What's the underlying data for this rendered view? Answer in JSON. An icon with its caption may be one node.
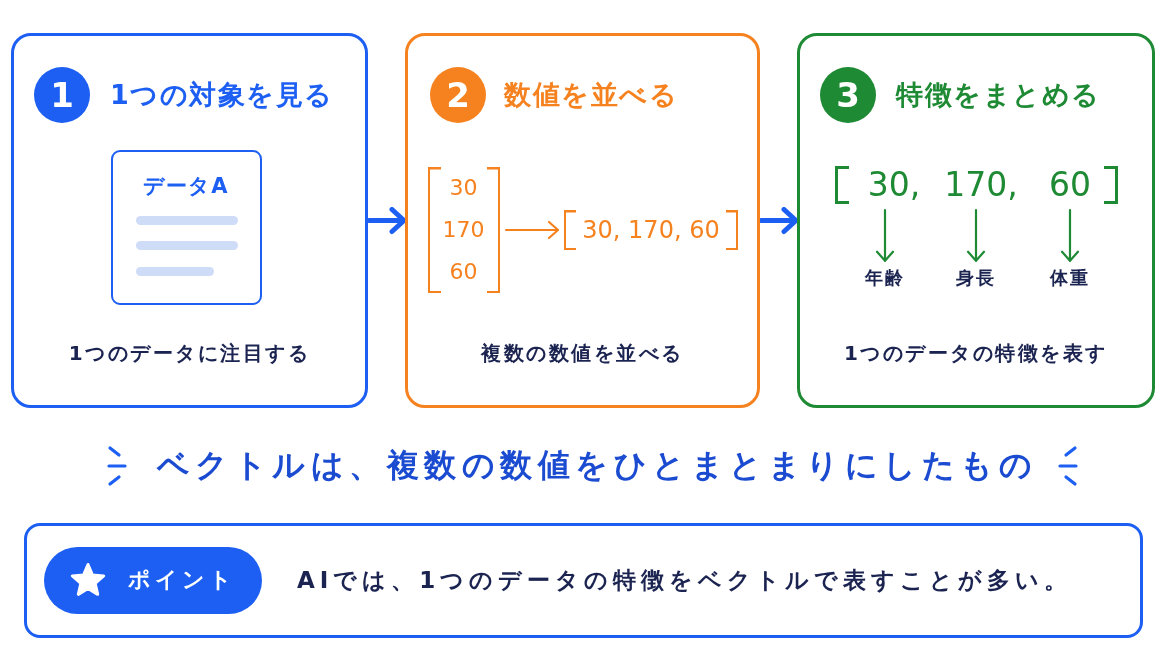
{
  "diagram": {
    "nodes": [
      {
        "text": [
          "1つの対象を見る",
          "1つのデータに注目する"
        ]
      },
      {
        "text": [
          "1"
        ],
        "in": 0
      },
      {
        "text": [
          "データA"
        ],
        "in": 0
      },
      {
        "text": [
          "数値を並べる",
          "複数の数値を並べる"
        ]
      },
      {
        "text": [
          "2"
        ],
        "in": 3
      },
      {
        "text": [
          "30",
          "170",
          "60"
        ],
        "in": 3
      },
      {
        "text": [
          "30, 170, 60"
        ],
        "in": 3
      },
      {
        "text": [
          "特徴をまとめる",
          "1つのデータの特徴を表す"
        ]
      },
      {
        "text": [
          "3"
        ],
        "in": 7
      },
      {
        "text": [
          "30,",
          "170,",
          "60"
        ],
        "in": 7
      },
      {
        "text": [
          "年齢"
        ],
        "in": 7
      },
      {
        "text": [
          "身長"
        ],
        "in": 7
      },
      {
        "text": [
          "体重"
        ],
        "in": 7
      },
      {
        "text": [
          "AIでは、1つのデータの特徴をベクトルで表すことが多い。"
        ]
      },
      {
        "text": [
          "ポイント"
        ],
        "in": 13
      }
    ],
    "edges": [
      {
        "from": 0,
        "to": 3,
        "arrow": "to",
        "style": "thick",
        "color": "#1c5ff2"
      },
      {
        "from": 5,
        "to": 6,
        "arrow": "to",
        "color": "#f5821f"
      },
      {
        "from": 3,
        "to": 7,
        "arrow": "to",
        "style": "thick",
        "color": "#1c5ff2"
      },
      {
        "from": 9,
        "to": 10,
        "arrow": "to",
        "color": "#1e8a34"
      },
      {
        "from": 9,
        "to": 11,
        "arrow": "to",
        "color": "#1e8a34"
      },
      {
        "from": 9,
        "to": 12,
        "arrow": "to",
        "color": "#1e8a34"
      }
    ],
    "labels": [
      "ベクトルは、複数の数値をひとまとまりにしたもの"
    ]
  }
}
